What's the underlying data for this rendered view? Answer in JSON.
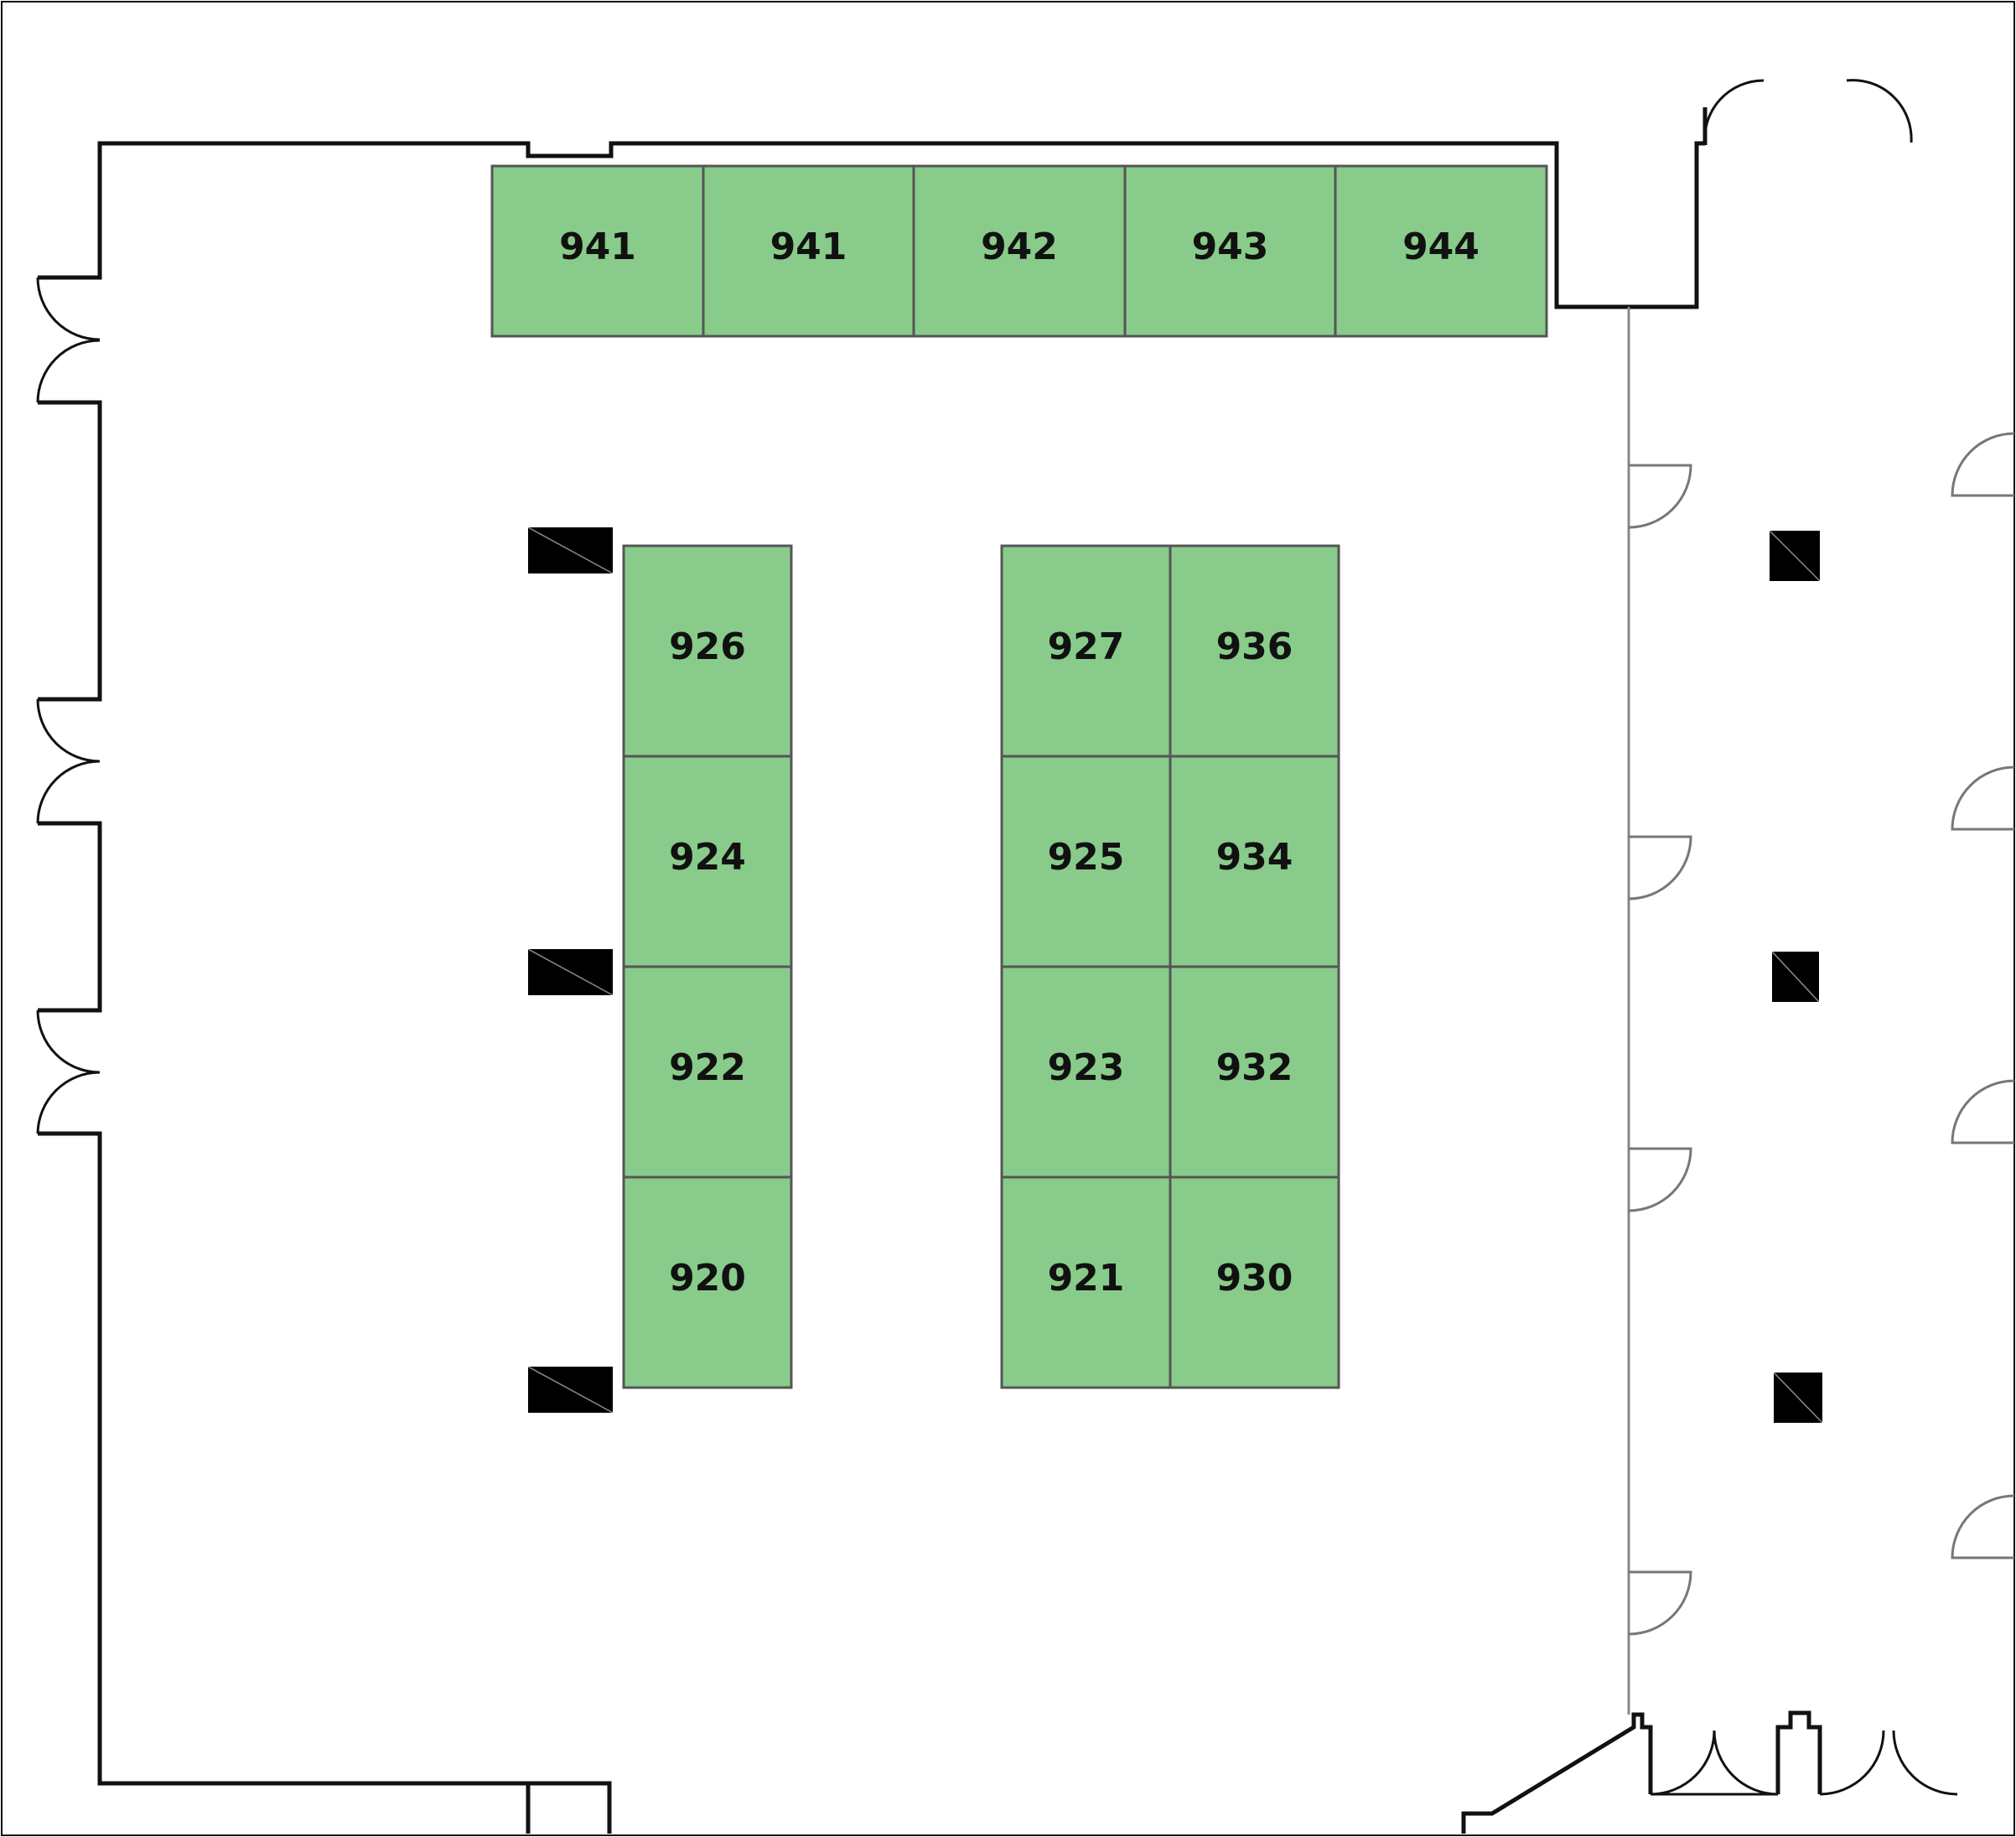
{
  "floor_plan": {
    "booths": [
      {
        "id": "941a",
        "label": "941"
      },
      {
        "id": "941b",
        "label": "941"
      },
      {
        "id": "942",
        "label": "942"
      },
      {
        "id": "943",
        "label": "943"
      },
      {
        "id": "944",
        "label": "944"
      },
      {
        "id": "926",
        "label": "926"
      },
      {
        "id": "924",
        "label": "924"
      },
      {
        "id": "922",
        "label": "922"
      },
      {
        "id": "920",
        "label": "920"
      },
      {
        "id": "927",
        "label": "927"
      },
      {
        "id": "925",
        "label": "925"
      },
      {
        "id": "923",
        "label": "923"
      },
      {
        "id": "921",
        "label": "921"
      },
      {
        "id": "936",
        "label": "936"
      },
      {
        "id": "934",
        "label": "934"
      },
      {
        "id": "932",
        "label": "932"
      },
      {
        "id": "930",
        "label": "930"
      }
    ],
    "colors": {
      "booth_fill": "#89cb8a",
      "booth_border": "#555555",
      "wall": "#111111",
      "pillar": "#000000",
      "partition": "#888888"
    }
  }
}
